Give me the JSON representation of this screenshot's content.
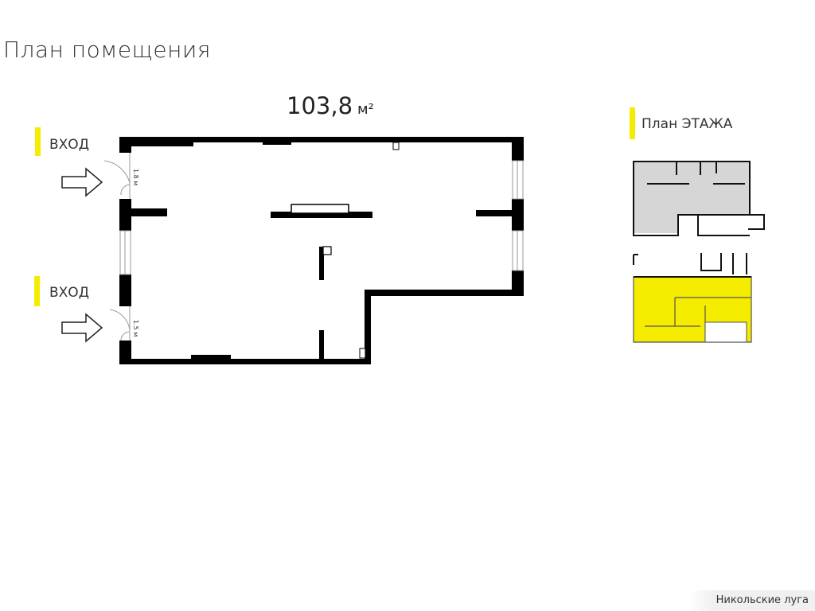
{
  "title": "План помещения",
  "area": {
    "value": "103,8",
    "unit": "м²"
  },
  "entrances": [
    {
      "label": "ВХОД",
      "door_width": "1.8 м"
    },
    {
      "label": "ВХОД",
      "door_width": "1.5 м"
    }
  ],
  "floor_plan": {
    "label": "План ЭТАЖА"
  },
  "brand": "Никольские луга",
  "colors": {
    "accent": "#f5ec00",
    "wall": "#000000",
    "other_units": "#d6d6d6"
  }
}
